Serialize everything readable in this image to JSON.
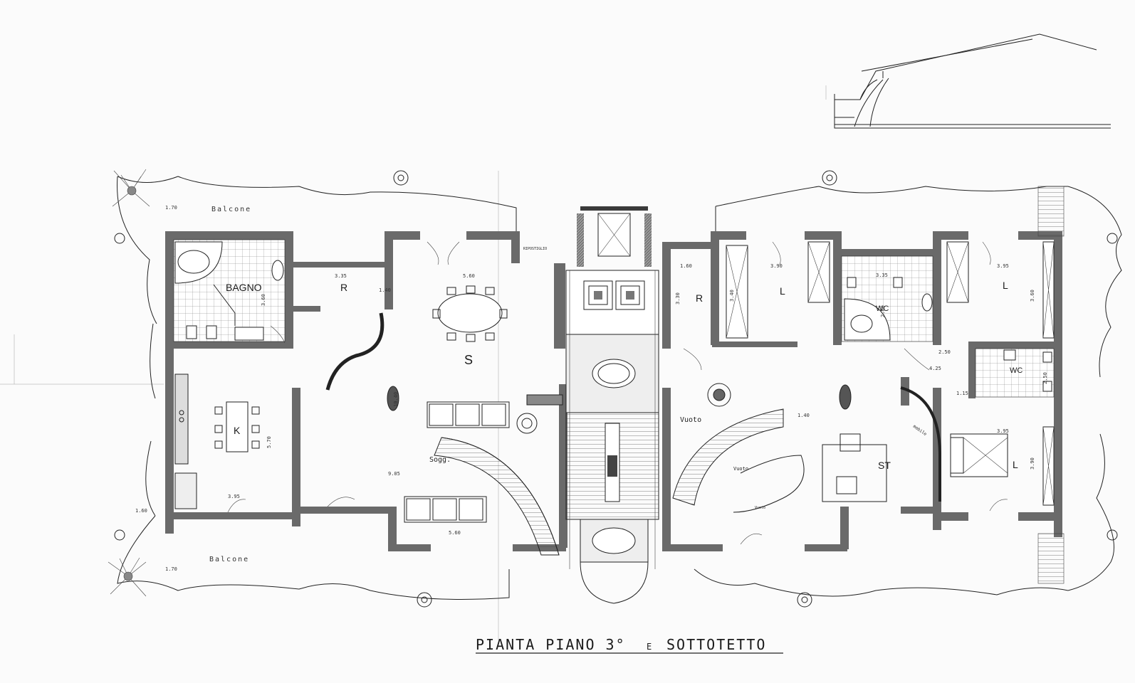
{
  "title": {
    "main": "PIANTA  PIANO 3°",
    "conjunction": "E",
    "suffix": "SOTTOTETTO"
  },
  "balconies": {
    "top": "Balcone",
    "bottom": "Balcone"
  },
  "rooms": {
    "bagno": "BAGNO",
    "r_left": "R",
    "r_right": "R",
    "k": "K",
    "s": "S",
    "l_1": "L",
    "l_2": "L",
    "l_3": "L",
    "wc_1": "WC",
    "wc_2": "WC",
    "st": "ST"
  },
  "notes": {
    "vuoto_1": "Vuoto",
    "vuoto_2": "Vuoto",
    "vuoto_3": "Vuoto",
    "sogg": "Sogg.",
    "mobile": "mobile",
    "ripostiglio": "RIPOSTIGLIO"
  },
  "dimensions": {
    "d_170_top": "1.70",
    "d_170_bot": "1.70",
    "d_160_left": "1.60",
    "d_335": "3.35",
    "d_140": "1.40",
    "d_360_bagno": "3.60",
    "d_560_top": "5.60",
    "d_560_bot": "5.60",
    "d_1040": "10.40",
    "d_905": "9.05",
    "d_570": "5.70",
    "d_395_k": "3.95",
    "d_160_r": "1.60",
    "d_330": "3.30",
    "d_390": "3.90",
    "d_340": "3.40",
    "d_335_wc": "3.35",
    "d_260": "2.60",
    "d_395_l": "3.95",
    "d_360_l": "3.60",
    "d_250": "2.50",
    "d_115": "1.15",
    "d_140_v": "1.40",
    "d_395_l3": "3.95",
    "d_390_l3": "3.90",
    "d_250_v": "2.50",
    "d_425": "4.25"
  }
}
